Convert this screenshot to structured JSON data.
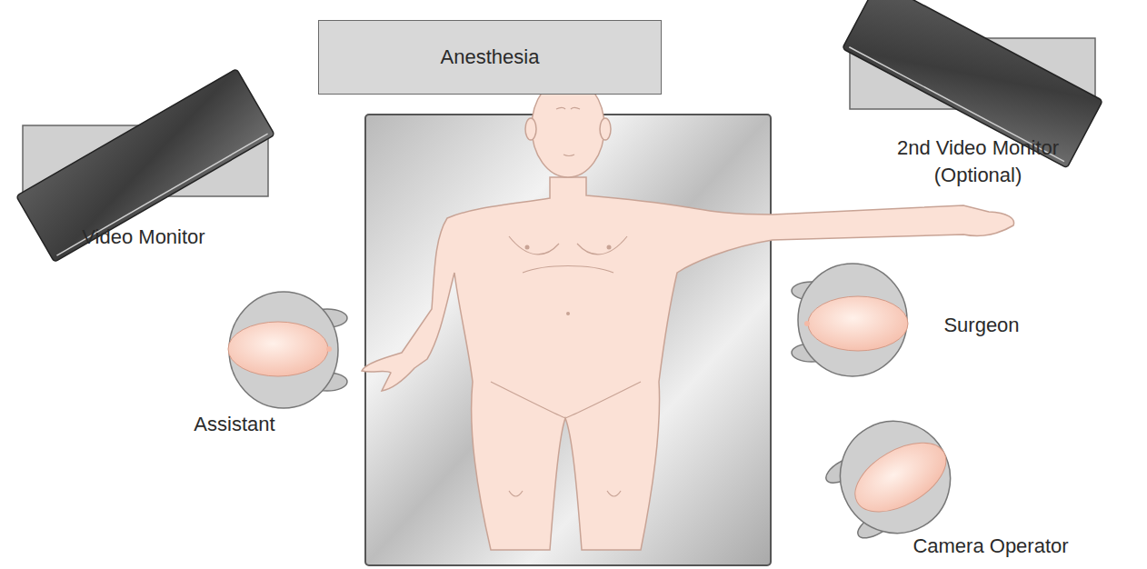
{
  "diagram": {
    "nodes": [
      {
        "text": [
          "Anesthesia"
        ]
      }
    ],
    "labels": [
      "Video Monitor",
      "2nd Video Monitor (Optional)",
      "Surgeon",
      "Assistant",
      "Camera Operator"
    ]
  }
}
